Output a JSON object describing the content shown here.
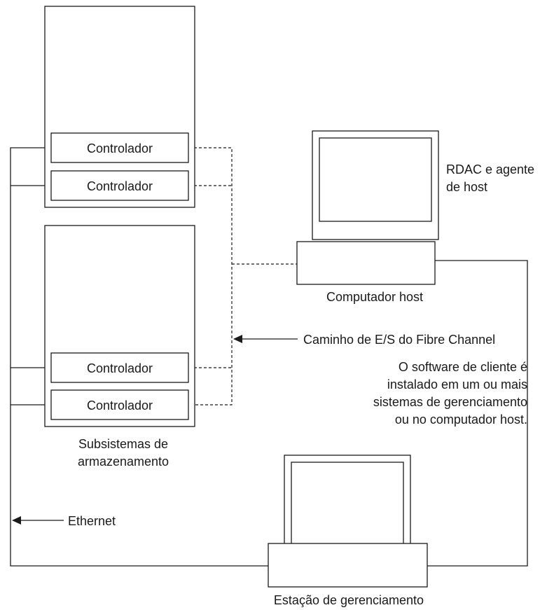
{
  "controllers": {
    "upper_1": "Controlador",
    "upper_2": "Controlador",
    "lower_1": "Controlador",
    "lower_2": "Controlador"
  },
  "host": {
    "agent_label_line1": "RDAC e agente",
    "agent_label_line2": "de host",
    "computer_label": "Computador host"
  },
  "fibre_channel_label": "Caminho de E/S do Fibre Channel",
  "client_software_note": [
    "O software de cliente é",
    "instalado em um ou mais",
    "sistemas de gerenciamento",
    "ou no computador host."
  ],
  "storage_label": [
    "Subsistemas de",
    "armazenamento"
  ],
  "ethernet_label": "Ethernet",
  "management_station_label": "Estação de gerenciamento"
}
